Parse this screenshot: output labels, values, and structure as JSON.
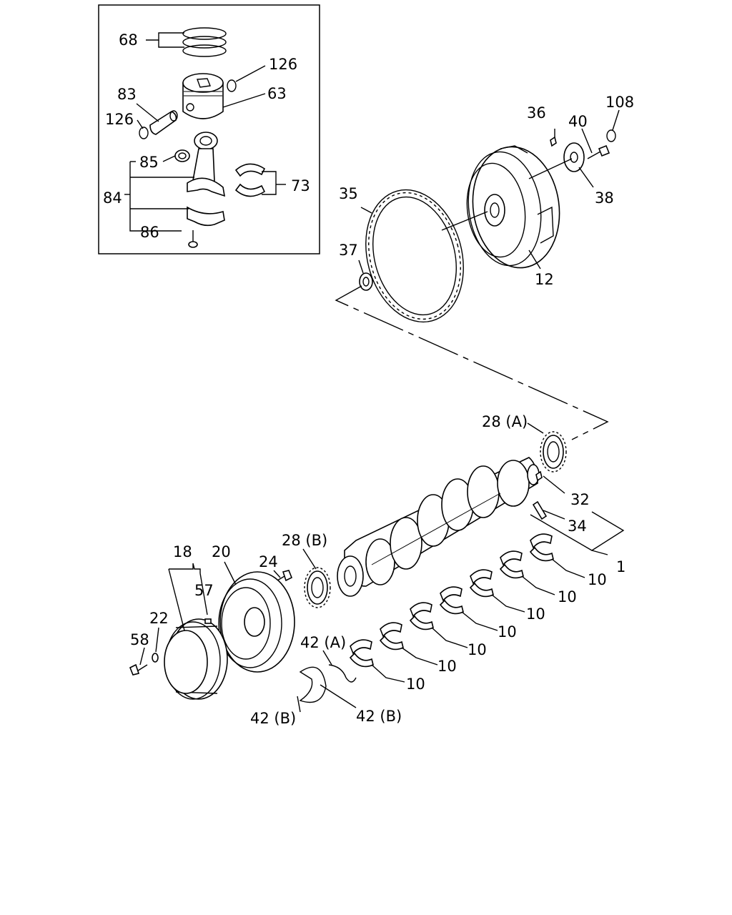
{
  "labels": {
    "p68": "68",
    "p126a": "126",
    "p63": "63",
    "p83": "83",
    "p126b": "126",
    "p85": "85",
    "p84": "84",
    "p73": "73",
    "p86": "86",
    "p36": "36",
    "p108": "108",
    "p40": "40",
    "p38": "38",
    "p35": "35",
    "p37": "37",
    "p12": "12",
    "p28a": "28 (A)",
    "p32": "32",
    "p34": "34",
    "p1": "1",
    "p28b": "28 (B)",
    "p18": "18",
    "p20": "20",
    "p24": "24",
    "p57": "57",
    "p22": "22",
    "p58": "58",
    "p42a": "42 (A)",
    "p42b1": "42 (B)",
    "p42b2": "42 (B)",
    "p10a": "10",
    "p10b": "10",
    "p10c": "10",
    "p10d": "10",
    "p10e": "10",
    "p10f": "10",
    "p10g": "10"
  }
}
